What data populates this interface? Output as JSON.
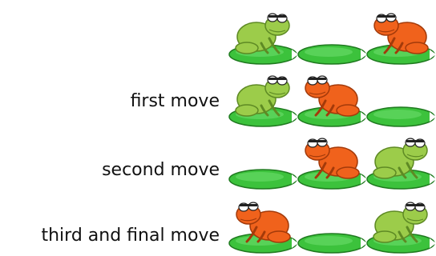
{
  "colors": {
    "lilypad": "#3cc23c",
    "lilypad_dark": "#1f7a1f",
    "green_frog": "#9ccc4a",
    "green_frog_dark": "#5e8a24",
    "orange_frog": "#f0621c",
    "orange_frog_dark": "#a33a0a"
  },
  "rows": [
    {
      "label": "",
      "pads": [
        "green",
        "empty",
        "orange"
      ]
    },
    {
      "label": "first move",
      "pads": [
        "green",
        "orange",
        "empty"
      ]
    },
    {
      "label": "second move",
      "pads": [
        "empty",
        "orange",
        "green"
      ]
    },
    {
      "label": "third and final move",
      "pads": [
        "orange",
        "empty",
        "green"
      ]
    }
  ]
}
